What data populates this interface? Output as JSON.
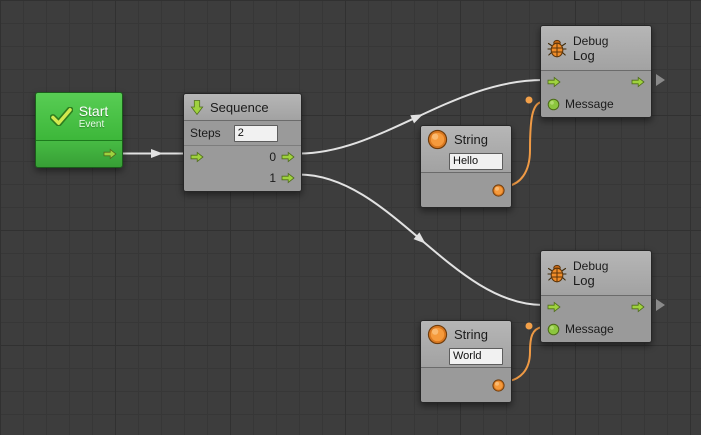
{
  "canvas": {
    "background": "#3d3d3d",
    "grid_minor": "#373737",
    "grid_major": "#313131"
  },
  "colors": {
    "flow_port_green": "#9fd23e",
    "value_port_orange": "#f0923c",
    "value_port_green": "#8cc63e",
    "wire_flow": "#e2e2e2",
    "wire_value": "#ef9a45",
    "node_header": "#ababab",
    "node_body": "#9a9a9a",
    "start_node_green": "#43bc43"
  },
  "nodes": {
    "start": {
      "title": "Start",
      "subtitle": "Event"
    },
    "sequence": {
      "title": "Sequence",
      "steps_label": "Steps",
      "steps_value": "2",
      "output_0": "0",
      "output_1": "1"
    },
    "string_hello": {
      "title": "String",
      "value": "Hello"
    },
    "string_world": {
      "title": "String",
      "value": "World"
    },
    "debug_log_top": {
      "category": "Debug",
      "name": "Log",
      "input_label": "Message"
    },
    "debug_log_bottom": {
      "category": "Debug",
      "name": "Log",
      "input_label": "Message"
    }
  }
}
